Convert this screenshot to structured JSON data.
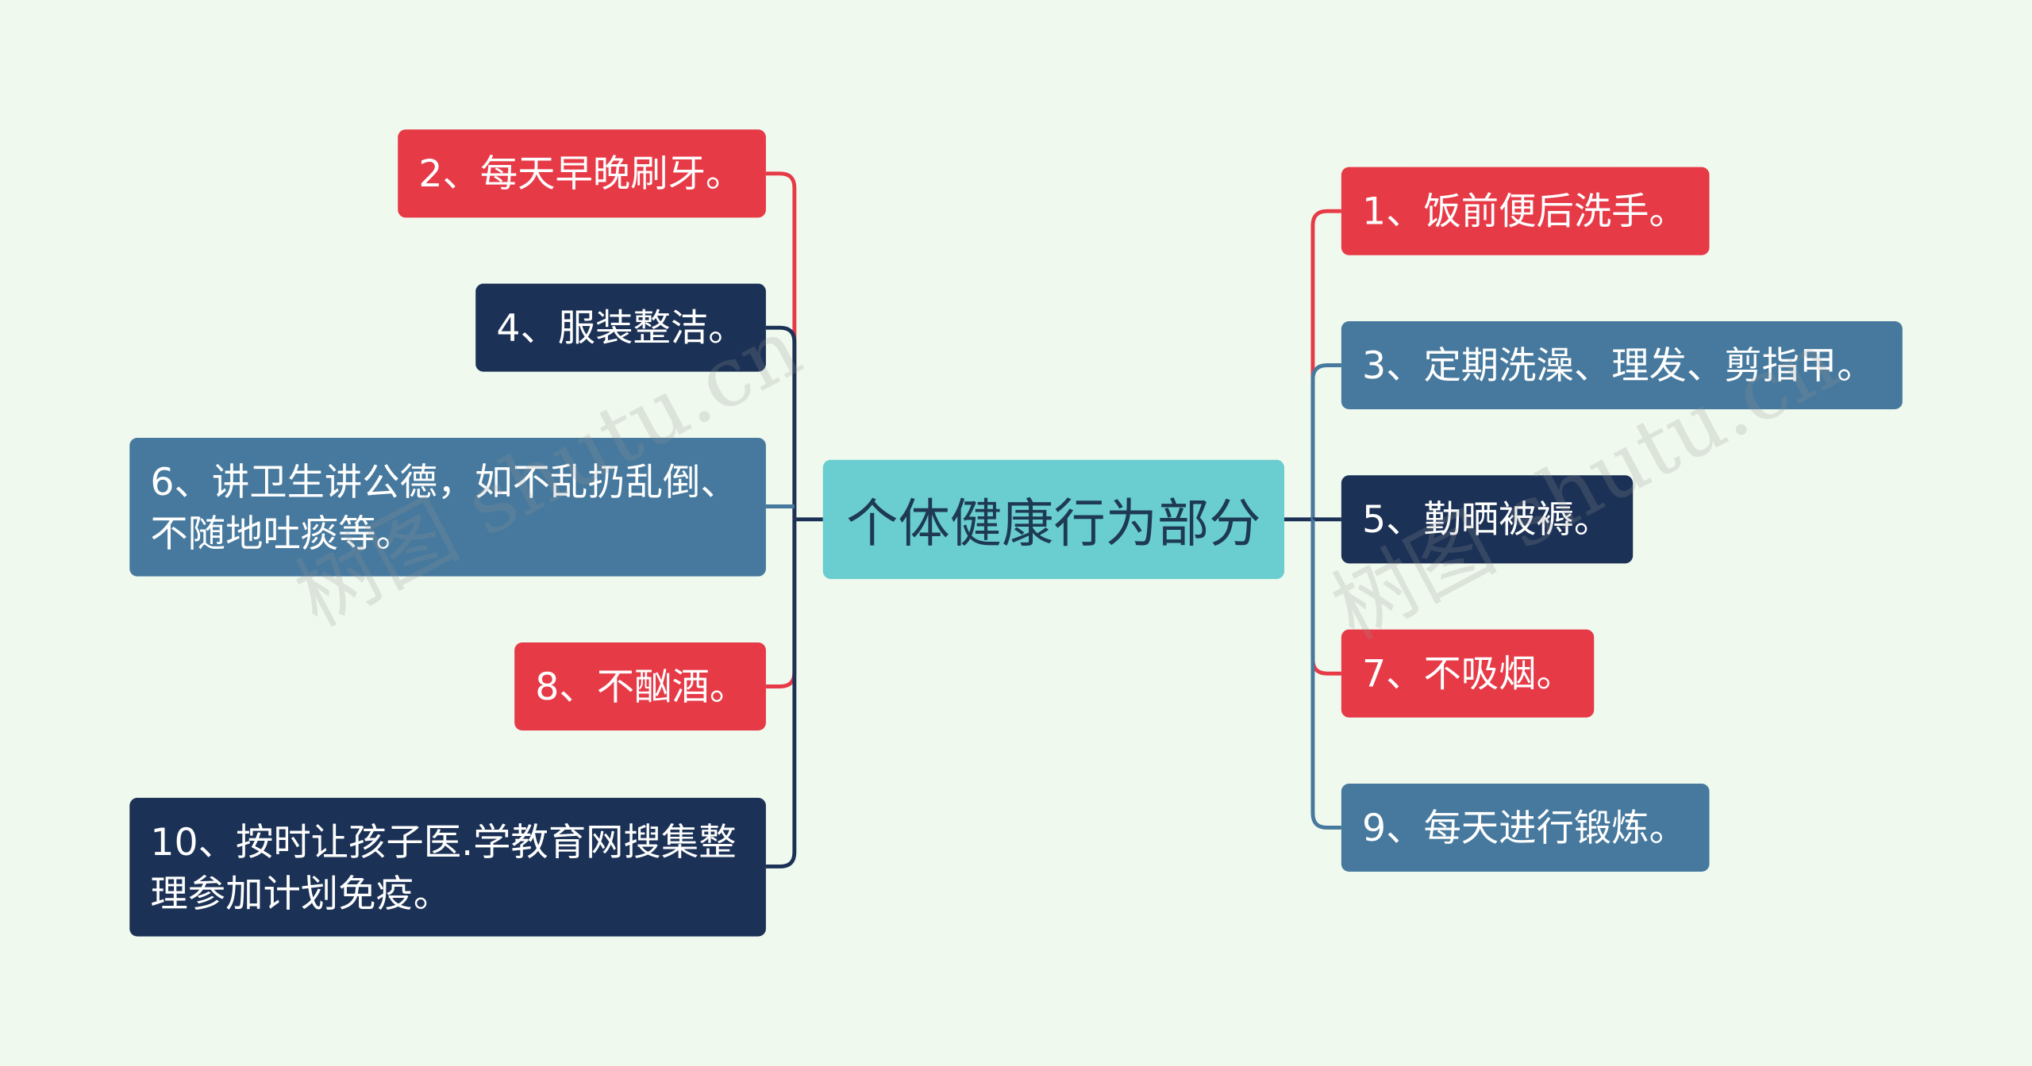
{
  "center": {
    "label": "个体健康行为部分"
  },
  "left_nodes": [
    {
      "label": "2、每天早晚刷牙。"
    },
    {
      "label": "4、服装整洁。"
    },
    {
      "label": "6、讲卫生讲公德，如不乱扔乱倒、不随地吐痰等。"
    },
    {
      "label": "8、不酗酒。"
    },
    {
      "label": "10、按时让孩子医.学教育网搜集整理参加计划免疫。"
    }
  ],
  "right_nodes": [
    {
      "label": "1、饭前便后洗手。"
    },
    {
      "label": "3、定期洗澡、理发、剪指甲。"
    },
    {
      "label": "5、勤晒被褥。"
    },
    {
      "label": "7、不吸烟。"
    },
    {
      "label": "9、每天进行锻炼。"
    }
  ],
  "colors": {
    "background": "#f0f9ee",
    "center": "#6acdd0",
    "red": "#e63a47",
    "steel": "#46799d",
    "navy": "#1b3155"
  },
  "watermark": {
    "text": "树图 shutu.cn"
  }
}
